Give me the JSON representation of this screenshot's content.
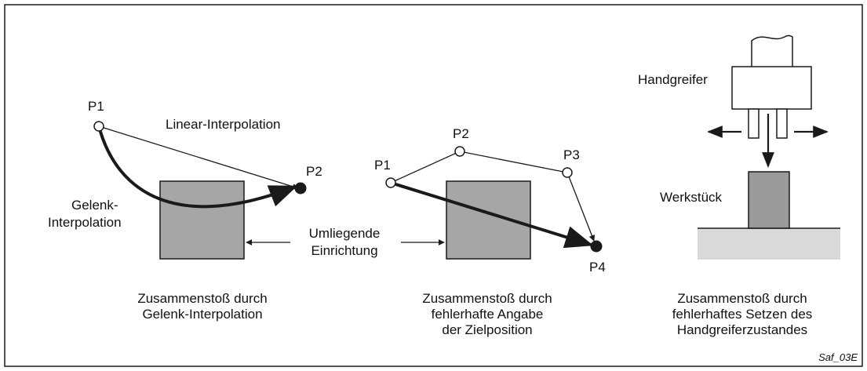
{
  "panel1": {
    "p1": "P1",
    "p2": "P2",
    "linear_label": "Linear-Interpolation",
    "gelenk_line1": "Gelenk-",
    "gelenk_line2": "Interpolation",
    "caption_line1": "Zusammenstoß durch",
    "caption_line2": "Gelenk-Interpolation"
  },
  "shared": {
    "umliegende_line1": "Umliegende",
    "umliegende_line2": "Einrichtung"
  },
  "panel2": {
    "p1": "P1",
    "p2": "P2",
    "p3": "P3",
    "p4": "P4",
    "caption_line1": "Zusammenstoß durch",
    "caption_line2": "fehlerhafte Angabe",
    "caption_line3": "der Zielposition"
  },
  "panel3": {
    "handgreifer": "Handgreifer",
    "werkstueck": "Werkstück",
    "caption_line1": "Zusammenstoß durch",
    "caption_line2": "fehlerhaftes Setzen des",
    "caption_line3": "Handgreiferzustandes"
  },
  "figure_tag": "Saf_03E",
  "colors": {
    "obstacle_fill": "#a6a6a6",
    "workpiece_fill": "#9a9a9a",
    "table_fill": "#d9d9d9",
    "line": "#1a1a1a"
  }
}
